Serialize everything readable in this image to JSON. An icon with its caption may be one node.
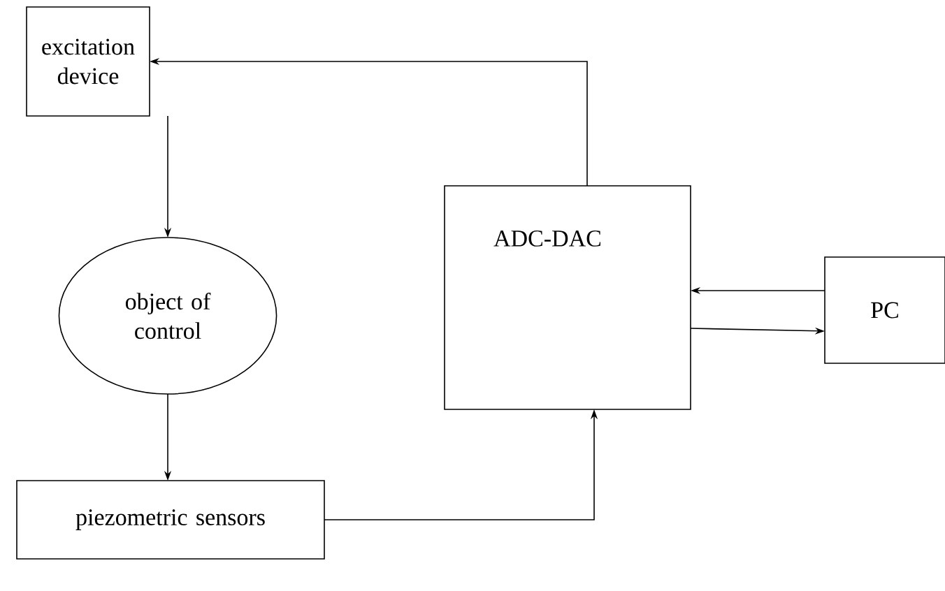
{
  "diagram": {
    "nodes": [
      {
        "text": [
          "excitation device"
        ]
      },
      {
        "text": [
          "object of control"
        ]
      },
      {
        "text": [
          "piezometric sensors"
        ]
      },
      {
        "text": [
          "ADC-DAC"
        ]
      },
      {
        "text": [
          "PC"
        ]
      }
    ],
    "edges": [
      {
        "from": 0,
        "to": 1,
        "arrow": "to"
      },
      {
        "from": 1,
        "to": 2,
        "arrow": "to"
      },
      {
        "from": 2,
        "to": 3,
        "arrow": "to"
      },
      {
        "from": 3,
        "to": 0,
        "arrow": "to"
      },
      {
        "from": 4,
        "to": 3,
        "arrow": "to"
      },
      {
        "from": 3,
        "to": 4,
        "arrow": "to"
      }
    ]
  }
}
